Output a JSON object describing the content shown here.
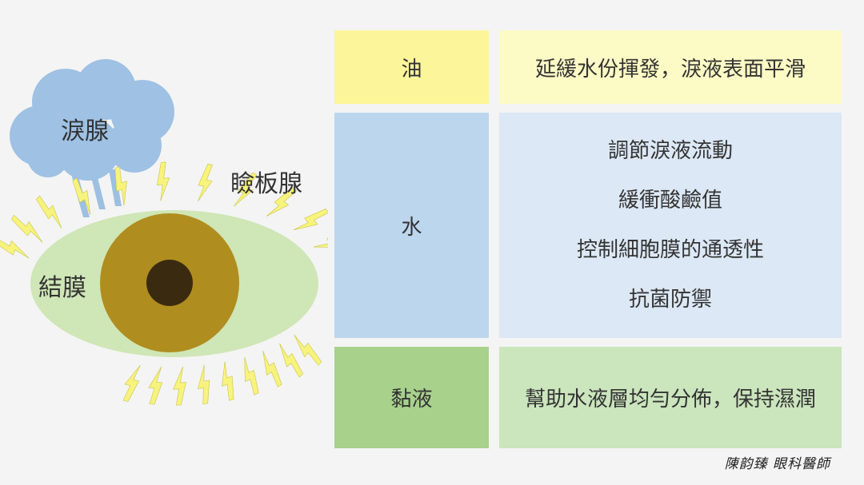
{
  "eye_diagram": {
    "labels": {
      "lacrimal_gland": "淚腺",
      "meibomian_gland": "瞼板腺",
      "conjunctiva": "結膜"
    },
    "colors": {
      "cloud": "#9ec1e4",
      "sclera": "#cfe6b6",
      "iris": "#b08d1f",
      "pupil": "#3a2a10",
      "spark": "#f7f37c",
      "drop": "#8db6dd"
    },
    "icons": [
      "cloud-icon",
      "lightning-icon"
    ]
  },
  "tear_layers": [
    {
      "name": "油",
      "functions": [
        "延緩水份揮發，淚液表面平滑"
      ],
      "label_color": "#fdf59a",
      "desc_color": "#fdfbc5"
    },
    {
      "name": "水",
      "functions": [
        "調節淚液流動",
        "緩衝酸鹼值",
        "控制細胞膜的通透性",
        "抗菌防禦"
      ],
      "label_color": "#bcd6ee",
      "desc_color": "#dce8f5"
    },
    {
      "name": "黏液",
      "functions": [
        "幫助水液層均勻分佈，保持濕潤"
      ],
      "label_color": "#a8d18c",
      "desc_color": "#cbe5bd"
    }
  ],
  "signature": "陳韵臻 眼科醫師"
}
